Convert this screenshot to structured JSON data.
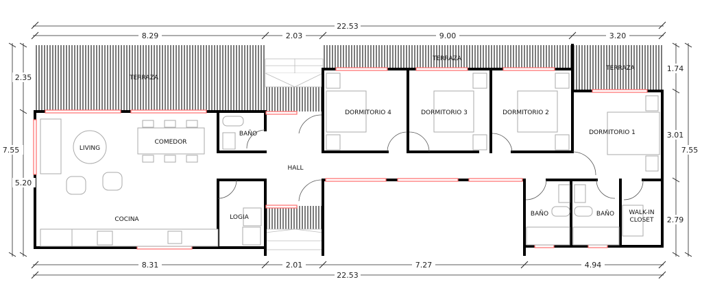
{
  "rooms": {
    "terraza_left": "TERRAZA",
    "terraza_mid": "TERRAZA",
    "terraza_right": "TERRAZA",
    "bano_small": "BAÑO",
    "living": "LIVING",
    "comedor": "COMEDOR",
    "hall": "HALL",
    "cocina": "COCINA",
    "logia": "LOGIA",
    "dormitorio4": "DORMITORIO 4",
    "dormitorio3": "DORMITORIO 3",
    "dormitorio2": "DORMITORIO 2",
    "dormitorio1": "DORMITORIO 1",
    "bano_a": "BAÑO",
    "bano_b": "BAÑO",
    "walkin_1": "WALK-IN",
    "walkin_2": "CLOSET"
  },
  "dimensions": {
    "top_total": "22.53",
    "top": [
      "8.29",
      "2.03",
      "9.00",
      "3.20"
    ],
    "bottom": [
      "8.31",
      "2.01",
      "7.27",
      "4.94"
    ],
    "bottom_total": "22.53",
    "left_outer": "7.55",
    "left_inner": [
      "2.35",
      "5.20"
    ],
    "right_inner": [
      "1.74",
      "3.01",
      "2.79"
    ],
    "right_outer": "7.55"
  },
  "colors": {
    "wall": "#000000",
    "window": "#ff6b6b"
  }
}
